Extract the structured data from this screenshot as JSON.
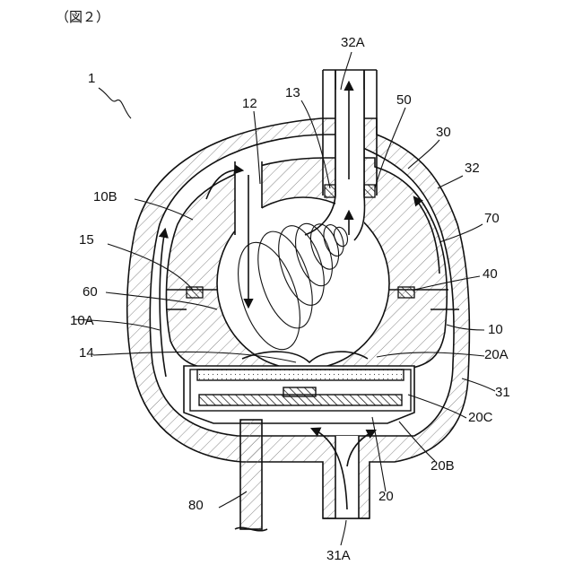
{
  "figure": {
    "caption": "（図２）"
  },
  "colors": {
    "line": "#111111",
    "background": "#ffffff"
  },
  "labels": {
    "device": "1",
    "inlet_top": "32A",
    "part_13": "13",
    "part_12": "12",
    "part_50": "50",
    "part_30": "30",
    "part_32": "32",
    "part_10B": "10B",
    "part_70": "70",
    "part_15": "15",
    "part_40": "40",
    "part_60": "60",
    "part_10A": "10A",
    "part_10": "10",
    "part_14": "14",
    "part_20A": "20A",
    "part_31": "31",
    "part_20C": "20C",
    "part_20B": "20B",
    "part_80": "80",
    "part_20": "20",
    "inlet_bottom": "31A"
  }
}
